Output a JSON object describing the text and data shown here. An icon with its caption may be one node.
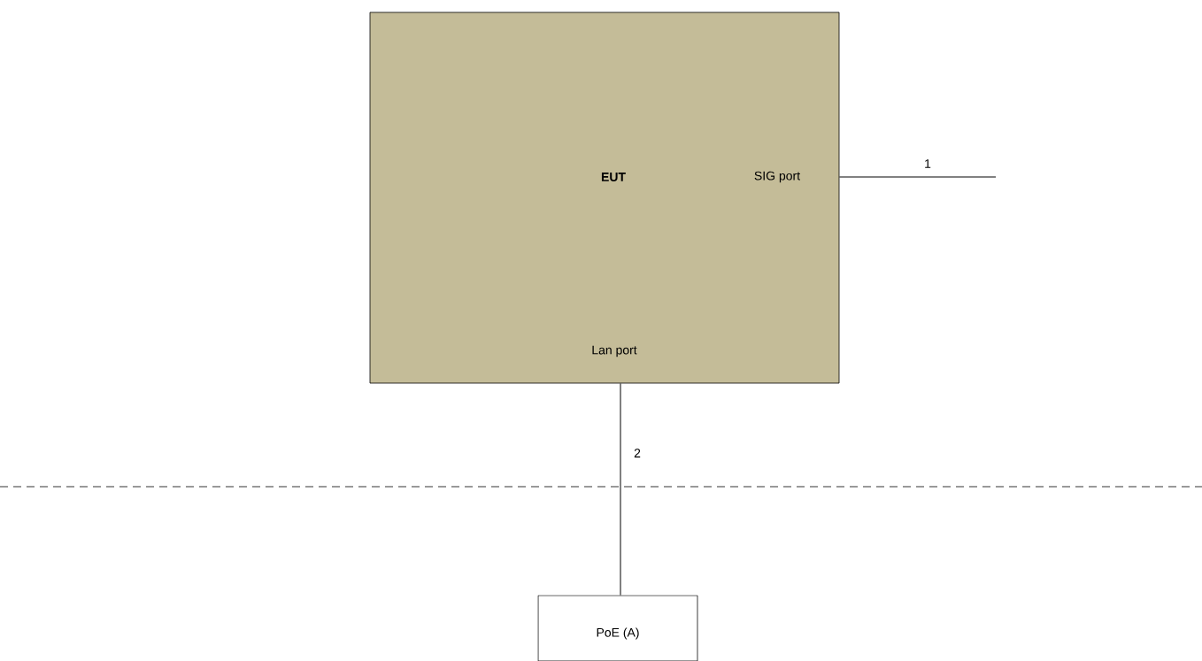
{
  "diagram": {
    "nodes": [
      {
        "text": [
          "EUT",
          "SIG port",
          "Lan port"
        ]
      },
      {
        "text": [
          "PoE (A)"
        ]
      }
    ],
    "edges": [
      {
        "from": 0,
        "to": null,
        "arrow": "none",
        "label": "1"
      },
      {
        "from": 0,
        "to": 1,
        "arrow": "none",
        "label": "2"
      }
    ]
  }
}
